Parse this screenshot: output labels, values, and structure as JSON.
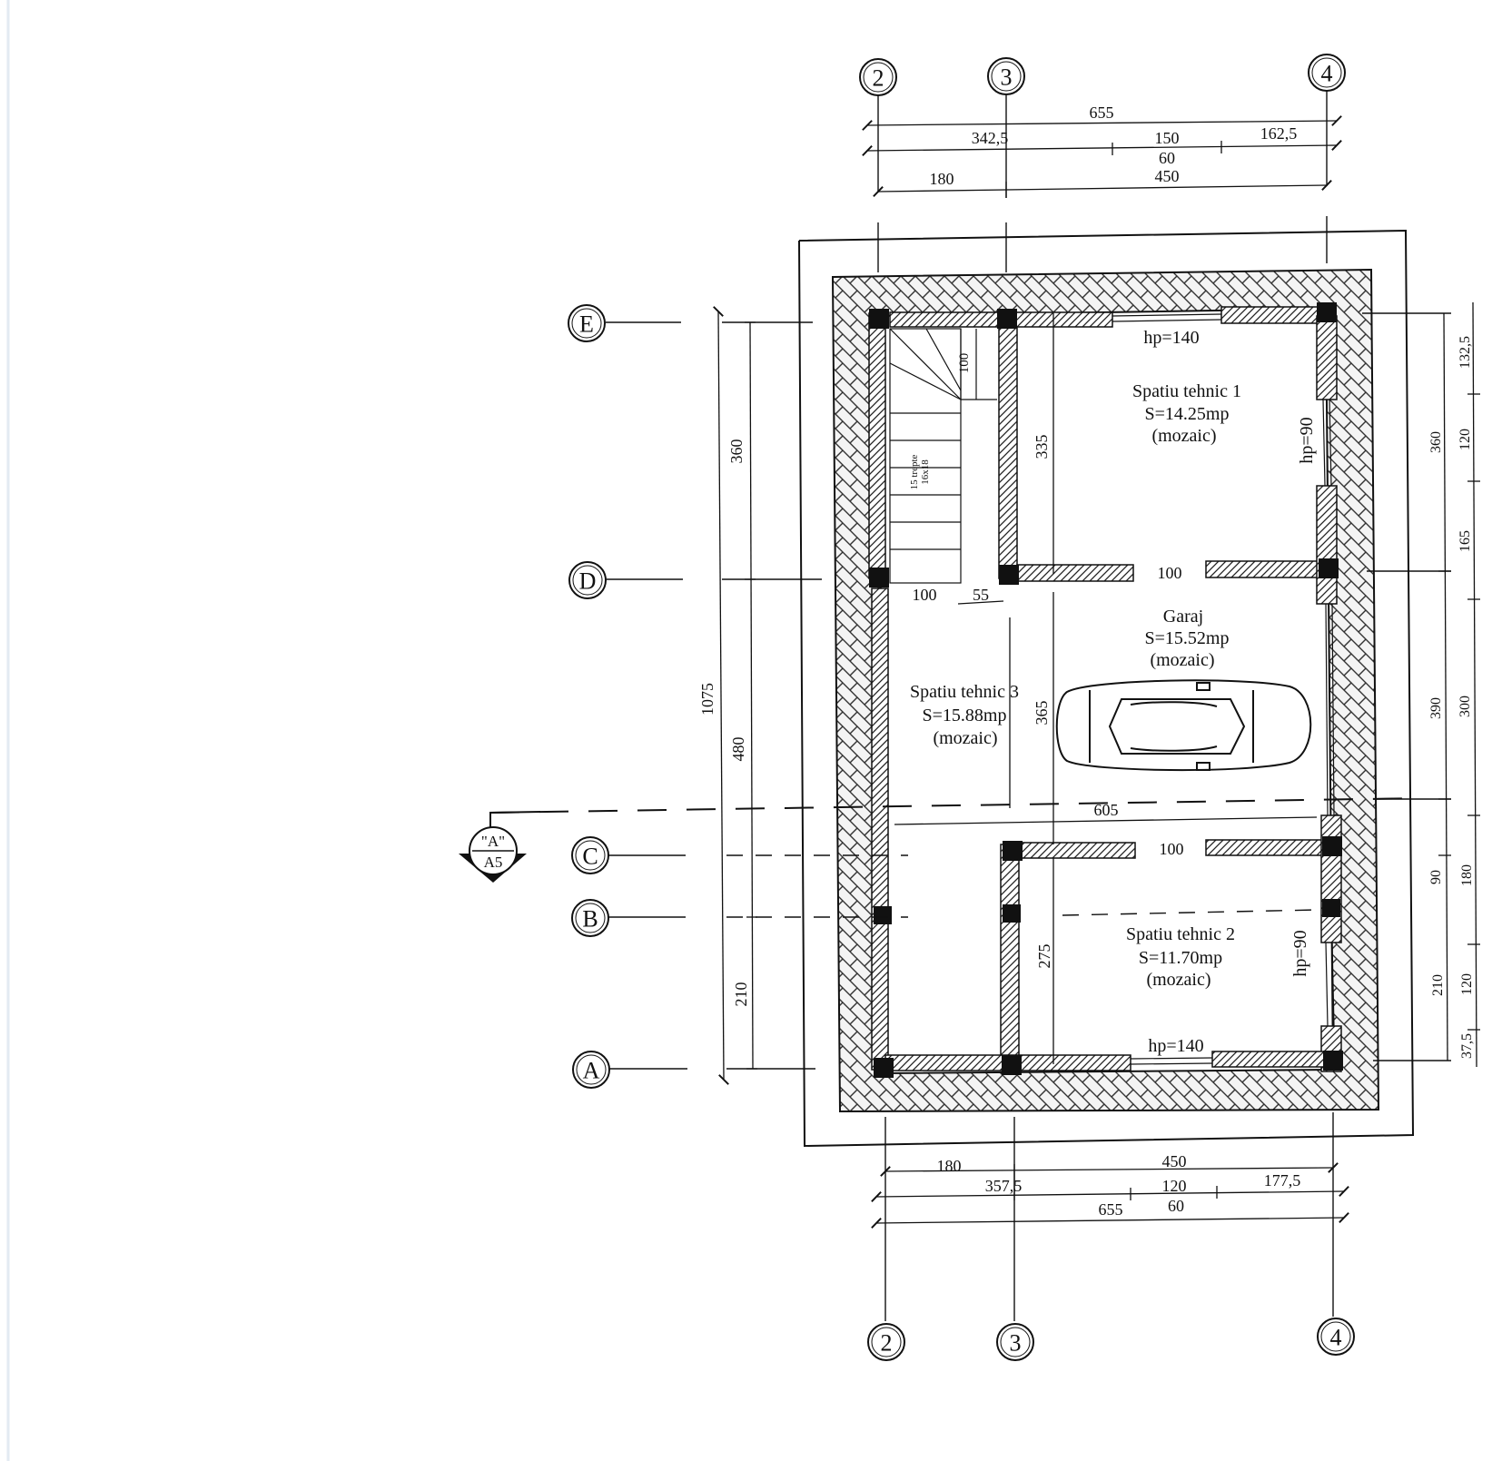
{
  "axes_vertical": [
    "2",
    "3",
    "4"
  ],
  "axes_horizontal": [
    "E",
    "D",
    "C",
    "B",
    "A"
  ],
  "top_dims": {
    "overall": "655",
    "segment_a": "342,5",
    "segment_b": "150",
    "segment_c": "162,5",
    "segment_d": "60",
    "axis_a": "180",
    "axis_b": "450"
  },
  "bottom_dims": {
    "axis_a": "180",
    "axis_b": "450",
    "segment_a": "357,5",
    "segment_b": "120",
    "segment_c": "177,5",
    "overall": "655",
    "segment_d": "60"
  },
  "left_dims": {
    "overall": "1075",
    "e_d": "360",
    "d_b": "480",
    "b_a": "210"
  },
  "right_dims": {
    "outer_1": "132,5",
    "outer_2": "120",
    "outer_3": "165",
    "outer_4": "300",
    "outer_5": "180",
    "outer_6": "120",
    "outer_7": "37,5",
    "inner_1": "360",
    "inner_2": "390",
    "inner_3": "90",
    "inner_4": "210"
  },
  "interior_dims": {
    "stair_height": "335",
    "garage_height": "365",
    "tech2_height": "275",
    "stair_width": "100",
    "stair_landing": "100",
    "stair_gap": "55",
    "door_garage": "100",
    "door_tech2": "100",
    "section_width": "605",
    "stair_steps": "15 trepte",
    "stair_step_size": "16x18"
  },
  "openings": {
    "top_window": "hp=140",
    "bottom_window": "hp=140",
    "right_window_1": "hp=90",
    "right_window_2": "hp=90"
  },
  "rooms": [
    {
      "name": "Spatiu tehnic 1",
      "area": "S=14.25mp",
      "floor": "(mozaic)"
    },
    {
      "name": "Garaj",
      "area": "S=15.52mp",
      "floor": "(mozaic)"
    },
    {
      "name": "Spatiu tehnic 3",
      "area": "S=15.88mp",
      "floor": "(mozaic)"
    },
    {
      "name": "Spatiu tehnic 2",
      "area": "S=11.70mp",
      "floor": "(mozaic)"
    }
  ],
  "section_marker": {
    "label": "\"A\"",
    "sheet": "A5"
  }
}
